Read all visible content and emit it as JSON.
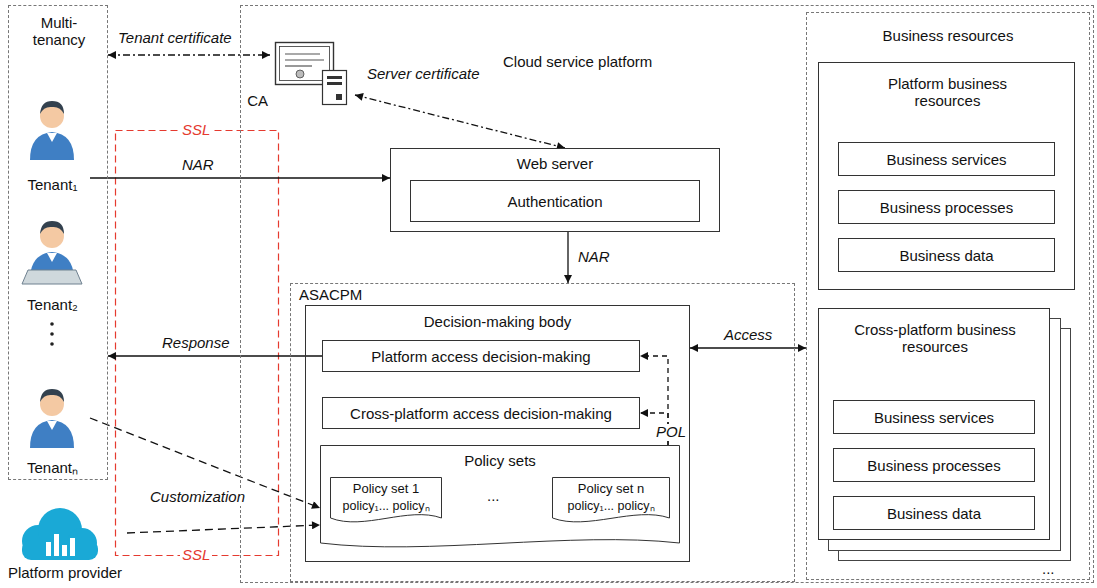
{
  "diagram": {
    "nodes": [
      {
        "text": [
          "Multi-tenancy"
        ]
      },
      {
        "text": [
          "Tenant₁"
        ],
        "in": 0
      },
      {
        "text": [
          "Tenant₂"
        ],
        "in": 0
      },
      {
        "text": [
          "Tenantₙ"
        ],
        "in": 0
      },
      {
        "text": [
          "Platform provider"
        ]
      },
      {
        "text": [
          "Cloud service platform"
        ]
      },
      {
        "text": [
          "CA"
        ],
        "in": 5
      },
      {
        "text": [
          "Web server"
        ],
        "in": 5
      },
      {
        "text": [
          "Authentication"
        ],
        "in": 7
      },
      {
        "text": [
          "ASACPM"
        ],
        "in": 5
      },
      {
        "text": [
          "Decision-making body"
        ],
        "in": 9
      },
      {
        "text": [
          "Platform access decision-making"
        ],
        "in": 10
      },
      {
        "text": [
          "Cross-platform access decision-making"
        ],
        "in": 10
      },
      {
        "text": [
          "Policy sets"
        ],
        "in": 10
      },
      {
        "text": [
          "Policy set 1",
          "policy₁... policyₙ"
        ],
        "in": 13
      },
      {
        "text": [
          "Policy set n",
          "policy₁... policyₙ"
        ],
        "in": 13
      },
      {
        "text": [
          "Business resources"
        ],
        "in": 5
      },
      {
        "text": [
          "Platform business resources"
        ],
        "in": 16
      },
      {
        "text": [
          "Business services"
        ],
        "in": 17
      },
      {
        "text": [
          "Business processes"
        ],
        "in": 17
      },
      {
        "text": [
          "Business data"
        ],
        "in": 17
      },
      {
        "text": [
          "Cross-platform business resources"
        ],
        "in": 16
      },
      {
        "text": [
          "Business services"
        ],
        "in": 21
      },
      {
        "text": [
          "Business processes"
        ],
        "in": 21
      },
      {
        "text": [
          "Business data"
        ],
        "in": 21
      }
    ],
    "edges": [
      {
        "from": 0,
        "to": 6,
        "arrow": "both",
        "label": "Tenant certificate"
      },
      {
        "from": 6,
        "to": 7,
        "arrow": "both",
        "label": "Server certificate"
      },
      {
        "from": 1,
        "to": 7,
        "arrow": "to",
        "label": "NAR"
      },
      {
        "from": 7,
        "to": 9,
        "arrow": "to",
        "label": "NAR"
      },
      {
        "from": 11,
        "to": 0,
        "arrow": "to",
        "label": "Response"
      },
      {
        "from": 3,
        "to": 13,
        "arrow": "to",
        "label": "Customization"
      },
      {
        "from": 4,
        "to": 13,
        "arrow": "to"
      },
      {
        "from": 13,
        "to": 11,
        "arrow": "to",
        "label": "POL"
      },
      {
        "from": 13,
        "to": 12,
        "arrow": "to"
      },
      {
        "from": 10,
        "to": 16,
        "arrow": "both",
        "label": "Access"
      }
    ],
    "labels": [
      "SSL",
      "SSL",
      "...",
      "..."
    ]
  }
}
